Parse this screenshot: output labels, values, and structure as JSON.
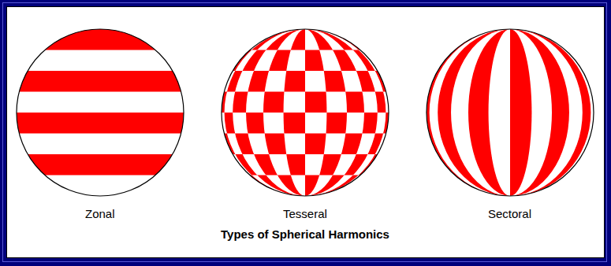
{
  "diagram": {
    "title": "Types of Spherical Harmonics",
    "labels": [
      "Zonal",
      "Tesseral",
      "Sectoral"
    ]
  }
}
